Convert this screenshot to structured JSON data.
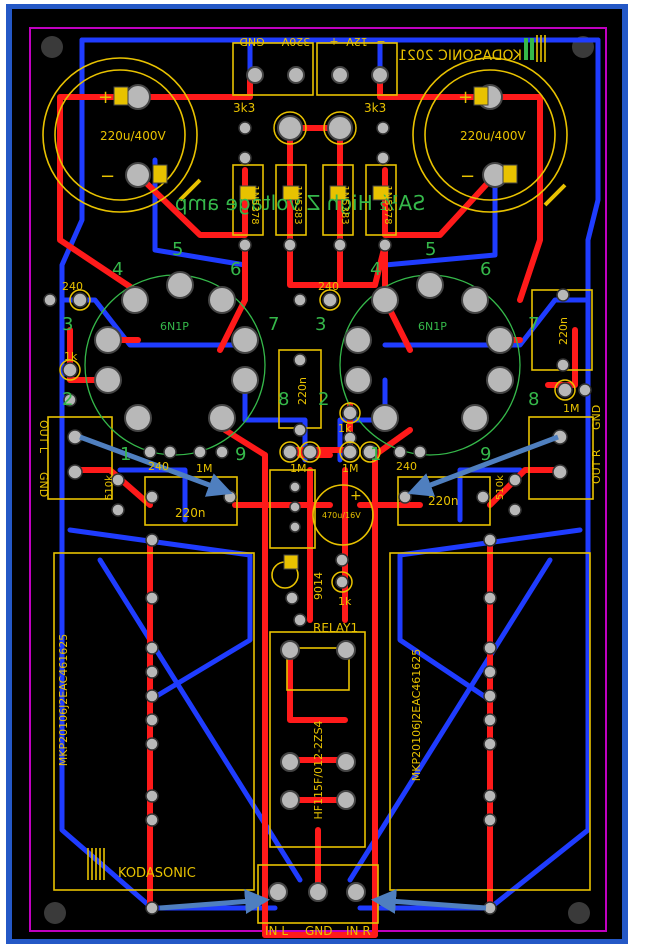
{
  "colors": {
    "board": "#000000",
    "frame": "#2458c6",
    "outline": "#c000c0",
    "top_copper": "#ff1a1a",
    "bottom_copper": "#1f3cff",
    "silkscreen": "#e8c200",
    "pads": "#b8b8b8",
    "names": "#35b84a",
    "arrows": "#4f7fbf"
  },
  "brand": {
    "top": "KODASONIC 2021",
    "bottom": "KODASONIC",
    "mirrored_title": "SA½ High Z voltage amp"
  },
  "power": {
    "gnd": "GND",
    "v320": "320V",
    "v12_plus": "+",
    "v12": "12V",
    "v12_minus": "−"
  },
  "resistors": {
    "r3k3": "3k3",
    "r240": "240",
    "r1k": "1k",
    "r1m": "1M",
    "r510k": "510k"
  },
  "capacitors": {
    "electrolytic": "220u/400V",
    "film_small": "220n",
    "film_main": "MKP20106J2EAC461625",
    "decoupling": "470u/16V"
  },
  "diodes": [
    "1N5378",
    "1N5383",
    "1N5383",
    "1N5378"
  ],
  "tube": {
    "pins": [
      "1",
      "2",
      "3",
      "4",
      "5",
      "6",
      "7",
      "8",
      "9"
    ],
    "center": "6N1P"
  },
  "connectors": {
    "out_l": "OUT L",
    "out_r": "OUT R",
    "gnd": "GND",
    "in_l": "IN L",
    "in_r": "IN R"
  },
  "relay": {
    "name": "RELAY1",
    "part": "HF115F/012-2ZS4"
  },
  "transistor": "9014",
  "marks": {
    "plus": "+",
    "minus": "−"
  }
}
